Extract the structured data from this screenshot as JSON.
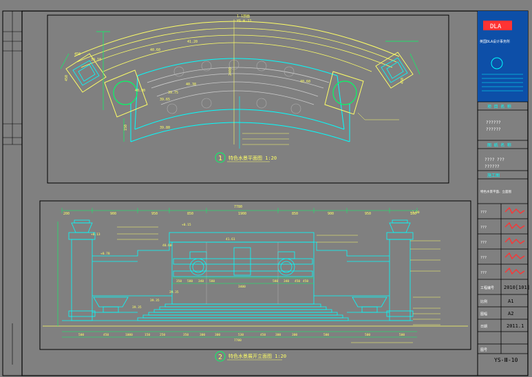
{
  "title_block": {
    "logo": "DLA",
    "firm": "英国DLA设计事务所",
    "project_label": "项 目 名 称",
    "project_name": "??????",
    "project_sub": "???? ???",
    "project_name2": "??????",
    "drawing_label": "图 纸 名 称",
    "drawing_name": "特色水景平面、立面图",
    "design_phase": "施工图",
    "drawn_label": "???",
    "check_label": "???",
    "design_label": "???",
    "project_no_label": "工程编号",
    "project_no": "2010[101]",
    "scale_label": "比例",
    "scale": "A1",
    "size_label": "图幅",
    "size": "A2",
    "date_label": "日期",
    "date": "2011.1",
    "sheet_label": "图号",
    "sheet_no": "YS-Ⅲ-10"
  },
  "views": {
    "plan": {
      "number": "1",
      "title": "特色水景平面图 1:20"
    },
    "elevation": {
      "number": "2",
      "title": "特色水景展开立面图 1:20"
    }
  },
  "dimensions": {
    "plan_labels": [
      "1-1剖面",
      "YS-Ⅲ-11",
      "40.60",
      "41.20",
      "40.90",
      "39.75",
      "39.65",
      "40.38",
      "39.10",
      "39.80",
      "40.60",
      "10.00",
      "2400",
      "450",
      "450",
      "450",
      "150"
    ],
    "elev_top": [
      "7780",
      "200",
      "900",
      "950",
      "850",
      "1900",
      "850",
      "900",
      "950",
      "100"
    ],
    "elev_bottom": [
      "500",
      "450",
      "1000",
      "150",
      "250",
      "350",
      "300",
      "300",
      "530",
      "450",
      "300",
      "300",
      "500",
      "500",
      "500",
      "7780"
    ],
    "elev_levels": [
      "+0.15",
      "+0.13",
      "+0.78",
      "40.60",
      "41.61",
      "+1.00",
      "39.35",
      "39.35",
      "39.35"
    ],
    "elev_mid": [
      "350",
      "580",
      "340",
      "580",
      "3400",
      "580",
      "340",
      "450",
      "450"
    ]
  }
}
